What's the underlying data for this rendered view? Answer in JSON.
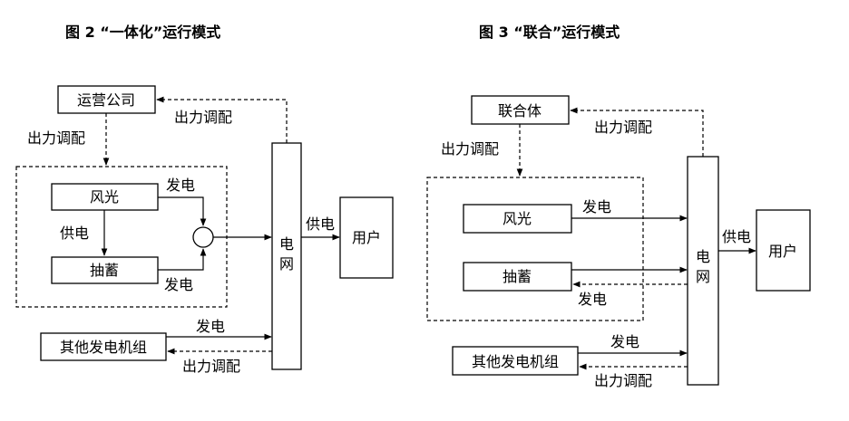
{
  "fig2": {
    "title": "图 2 “一体化”运行模式",
    "operator": "运营公司",
    "wind_solar": "风光",
    "storage": "抽蓄",
    "other_units": "其他发电机组",
    "grid_char1": "电",
    "grid_char2": "网",
    "user": "用户",
    "label_dispatch_top": "出力调配",
    "label_dispatch_left": "出力调配",
    "label_gen_top": "发电",
    "label_gen_bottom": "发电",
    "label_supply_inner": "供电",
    "label_supply_grid": "供电",
    "label_gen_other": "发电",
    "label_dispatch_other": "出力调配"
  },
  "fig3": {
    "title": "图 3 “联合”运行模式",
    "union": "联合体",
    "wind_solar": "风光",
    "storage": "抽蓄",
    "other_units": "其他发电机组",
    "grid_char1": "电",
    "grid_char2": "网",
    "user": "用户",
    "label_dispatch_top": "出力调配",
    "label_dispatch_left": "出力调配",
    "label_gen_ws": "发电",
    "label_gen_storage": "发电",
    "label_supply_grid": "供电",
    "label_gen_other": "发电",
    "label_dispatch_other": "出力调配"
  }
}
